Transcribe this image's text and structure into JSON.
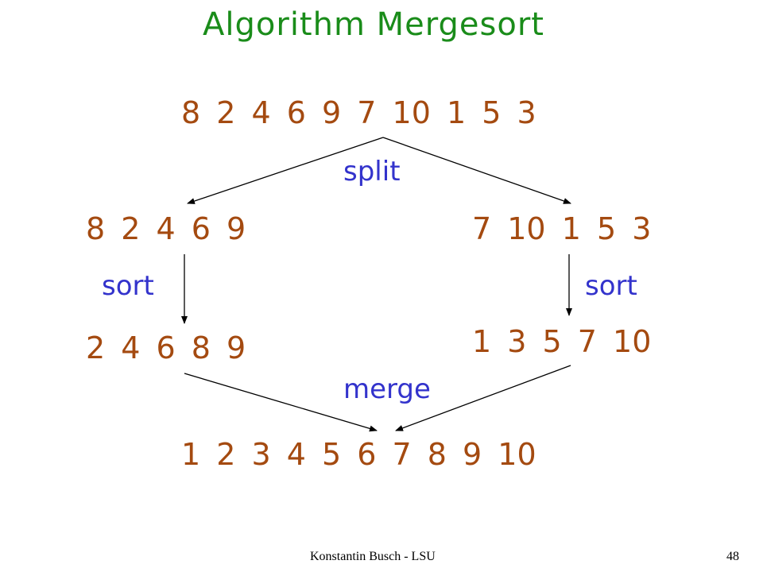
{
  "slide": {
    "title": "Algorithm Mergesort",
    "input_row": "8 2 4 6 9 7 10 1 5 3",
    "split_label": "split",
    "left_half": "8 2 4 6 9",
    "right_half": "7 10 1 5 3",
    "sort_label_left": "sort",
    "sort_label_right": "sort",
    "left_sorted": "2 4 6 8 9",
    "right_sorted": "1 3 5 7 10",
    "merge_label": "merge",
    "output_row": "1 2 3 4 5 6 7 8 9 10"
  },
  "footer": {
    "author": "Konstantin Busch - LSU",
    "page_number": "48"
  },
  "colors": {
    "title": "#1a8c1a",
    "numbers": "#a44a10",
    "labels": "#3333cc",
    "arrows": "#000000"
  }
}
